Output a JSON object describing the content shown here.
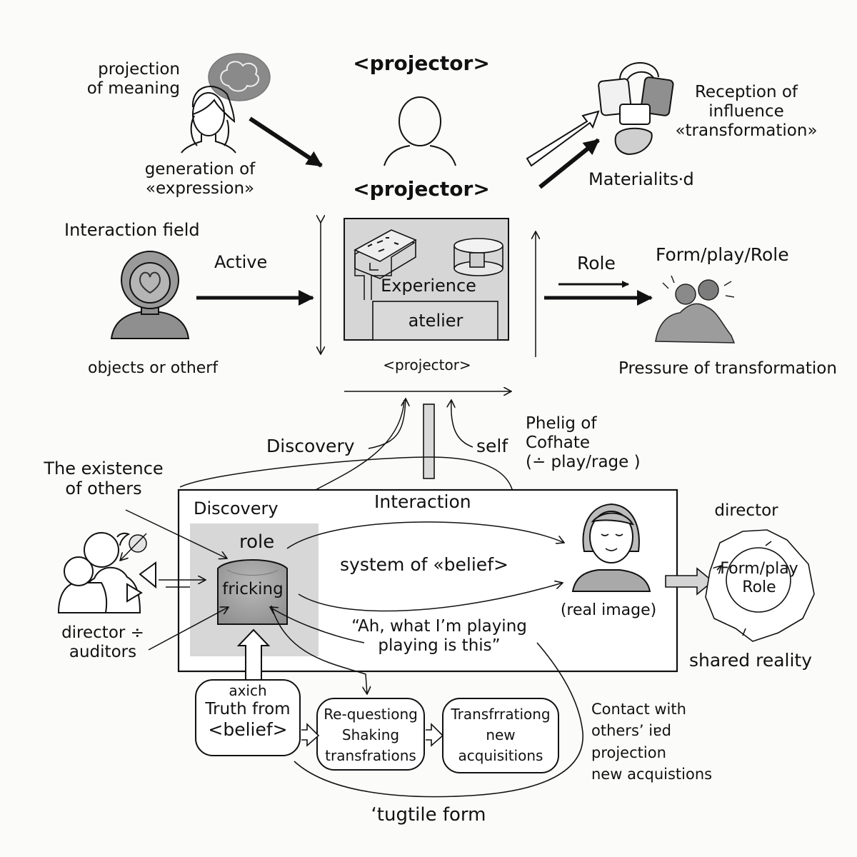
{
  "top_left": {
    "projection": [
      "projection",
      "of meaning"
    ],
    "generation": [
      "generation of",
      "«expression»"
    ]
  },
  "top_center": {
    "title_1": "<projector>",
    "title_2": "<projector>"
  },
  "top_right": {
    "reception": [
      "Reception of",
      "influence",
      "«transformation»"
    ],
    "materialised": "Materialits⸱d"
  },
  "middle": {
    "interaction_field": "Interaction field",
    "active": "Active",
    "objects": "objects or otherf",
    "experience_box": {
      "experience": "Experience",
      "atelier": "atelier"
    },
    "projector_small": "<projector>",
    "role": "Role",
    "form_play_role": "Form/play/Role",
    "pressure": "Pressure of transformation"
  },
  "connectors": {
    "discovery_top": "Discovery",
    "self": "self",
    "phelig": [
      "Phelig of",
      "Cofhate",
      "(∸ play/rage )"
    ]
  },
  "left": {
    "existence": [
      "The existence",
      "of others"
    ],
    "director_auditors": [
      "director ÷",
      "auditors"
    ]
  },
  "system_box": {
    "discovery": "Discovery",
    "interaction": "Interaction",
    "role": "role",
    "fricking": "fricking",
    "belief_system": "system of «belief>",
    "quote": [
      "“Ah, what I’m playing",
      "playing is this”"
    ],
    "real_image": "(real image)"
  },
  "right": {
    "director": "director",
    "cycle": [
      "Form/play",
      "Role"
    ],
    "shared_reality": "shared reality",
    "contact": [
      "Contact with",
      "others’ iɐd",
      "projection",
      "new acquistions"
    ]
  },
  "process_boxes": [
    {
      "lines": [
        "axich",
        "Truth from",
        "<belief>"
      ]
    },
    {
      "lines": [
        "Re-questiong",
        "Shaking",
        "transfrations"
      ]
    },
    {
      "lines": [
        "Transfrrationg",
        "new",
        "acquisitions"
      ]
    }
  ],
  "caption": "‘tugtile form",
  "icons": [
    "thought-bubble-icon",
    "woman-head-icon",
    "person-outline-icon",
    "headset-device-icon",
    "curly-hair-person-icon",
    "map-panel-icon",
    "cylinder-stage-icon",
    "struggling-figures-icon",
    "two-people-icon",
    "smiling-woman-icon",
    "cycle-star-icon"
  ],
  "colors": {
    "ink": "#111111",
    "panel_gray": "#d9d9d9",
    "shade_gray": "#bdbdbd",
    "drum_gray": "#a9a9a9"
  }
}
